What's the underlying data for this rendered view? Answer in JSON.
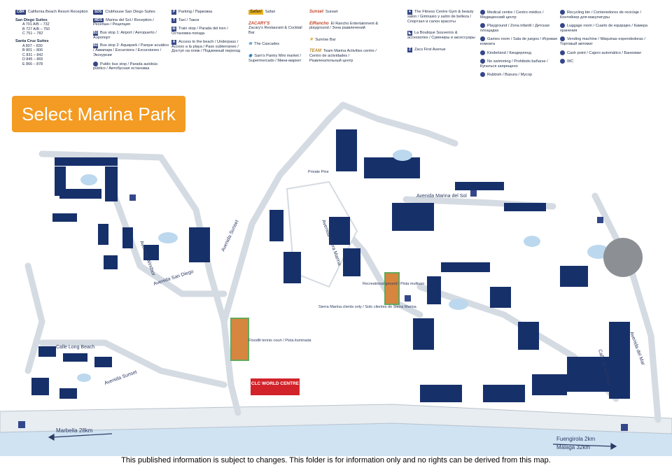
{
  "title": "Select Marina Park",
  "footer": "This published information is subject to changes. This folder is for information only and no rights can be derived from this map.",
  "clc": "CLC WORLD CENTRE",
  "legend": {
    "col1": {
      "cbr_badge": "CBR",
      "cbr_label": "California Beach Resort Reception",
      "sd_title": "San Diego Suites",
      "sd_rows": [
        "A  701 A/B – 732",
        "B  727 A/B – 750",
        "C  751 – 782"
      ],
      "sc_title": "Santa Cruz Suites",
      "sc_rows": [
        "A  807 – 830",
        "B  801 – 806",
        "C  831 – 842",
        "D  845 – 865",
        "E  866 – 878"
      ]
    },
    "col2": {
      "sds_badge": "SDS",
      "sds_label": "Clubhouse San Diego Suites",
      "mds_badge": "MDS",
      "mds_label": "Marina del Sol / Reception / Ресепшн / Рецепция",
      "b1_label": "Bus stop 1: Airport / Aeropuerto / Аэропорт",
      "b2_label": "Bus stop 2: Aquapark / Parque acuático / Аквапарк / Excursions / Excursiones / Экскурсии",
      "pub_label": "Public bus stop / Parada autobús público / Автобусная остановка"
    },
    "col3": {
      "p_label": "Parking / Парковка",
      "t_label": "Taxi / Такси",
      "train_label": "Train stop / Parada del tren / Остановка поезда",
      "a_label": "Access to the beach / Underpass / Acceso a la playa / Paso subterraneo / Доступ на пляж / Подземный переход"
    },
    "col4": {
      "safari": "Safari",
      "zacarys": "Zacary's Restaurant & Cocktail Bar",
      "cascades": "The Cascades",
      "sams": "Sam's Pantry Mini market / Supermercado / Мини-маркет"
    },
    "col5": {
      "sunset": "Sunset",
      "rancho": "El Rancho Entertainment & playground / Зона развлечений",
      "sunrise": "Sunrise Bar",
      "team": "Team Marina Activities centre / Centro de actividades / Развлекательный центр"
    },
    "col6": {
      "fitness": "The Fitness Centre Gym & beauty salon / Gimnasio y salón de belleza / Спортзал и салон красоты",
      "boutique": "La Boutique Souvenirs & accessories / Сувениры и аксессуары",
      "zacs": "Zacs First Avenue"
    },
    "col7": {
      "medical": "Medical centre / Centro médico / Медицинский центр",
      "playground": "Playground / Zona infantil / Детская площадка",
      "games": "Games room / Sala de juegos / Игровая комната",
      "kinder": "Kinderland / Киндерленд",
      "noswim": "No swimming / Prohibido bañarse / Купаться запрещено",
      "rubbish": "Rubbish / Basura / Мусор"
    },
    "col8": {
      "recycle": "Recycling bin / Contenedores de reciclaje / Контейнер для макулатуры",
      "luggage": "Luggage room / Cuarto de equipajes / Камера хранения",
      "vending": "Vending machine / Máquinas expendedoras / Торговый автомат",
      "cash": "Cash point / Cajero automático / Банкомат",
      "wc": "WC"
    }
  },
  "map": {
    "avenida_marina_del_sol": "Avenida Marina del Sol",
    "avenida_sunset": "Avenida Sunset",
    "avenida_san_diego": "Avenida San Diego",
    "avenida_sierra_marina": "Avenida Sierra Marina",
    "calle_long_beach": "Calle Long Beach",
    "avenida_del_mar": "Avenida del Mar",
    "calle_de_la_playa": "Calle de la Playa",
    "avenida_windsor": "Avenida Windsor",
    "marbella": "Marbella 28km",
    "fuengirola": "Fuengirola 2km",
    "malaga": "Málaga 32km",
    "recreational_ground": "Recreational ground / Pista multiuso",
    "floodlit_tennis": "Floodlit tennis court / Pista iluminada",
    "sierra_marina_clients": "Sierra Marina clients only / Solo clientes de Sierra Marina",
    "private_pine": "Private Pine"
  }
}
